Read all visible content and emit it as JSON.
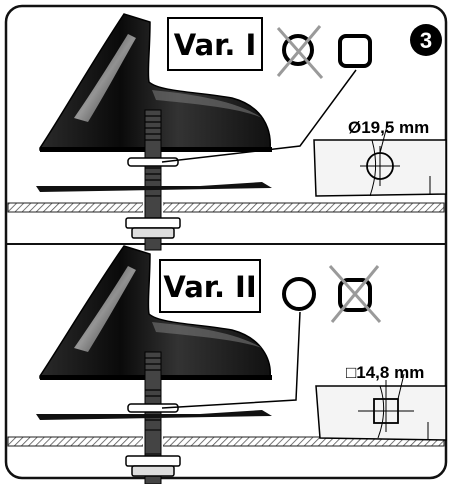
{
  "step_number": "3",
  "panels": [
    {
      "variant_label": "Var. I",
      "hole_dimension": "Ø19,5 mm",
      "hole_shape": "round",
      "options": [
        {
          "shape": "round",
          "status": "crossed-out"
        },
        {
          "shape": "square",
          "status": "selected"
        }
      ]
    },
    {
      "variant_label": "Var. II",
      "hole_dimension": "□14,8 mm",
      "hole_shape": "square",
      "options": [
        {
          "shape": "round",
          "status": "selected"
        },
        {
          "shape": "square",
          "status": "crossed-out"
        }
      ]
    }
  ],
  "colors": {
    "ink": "#111111",
    "cross": "#9a9a9a",
    "paper": "#ffffff",
    "hatch": "#666666"
  }
}
